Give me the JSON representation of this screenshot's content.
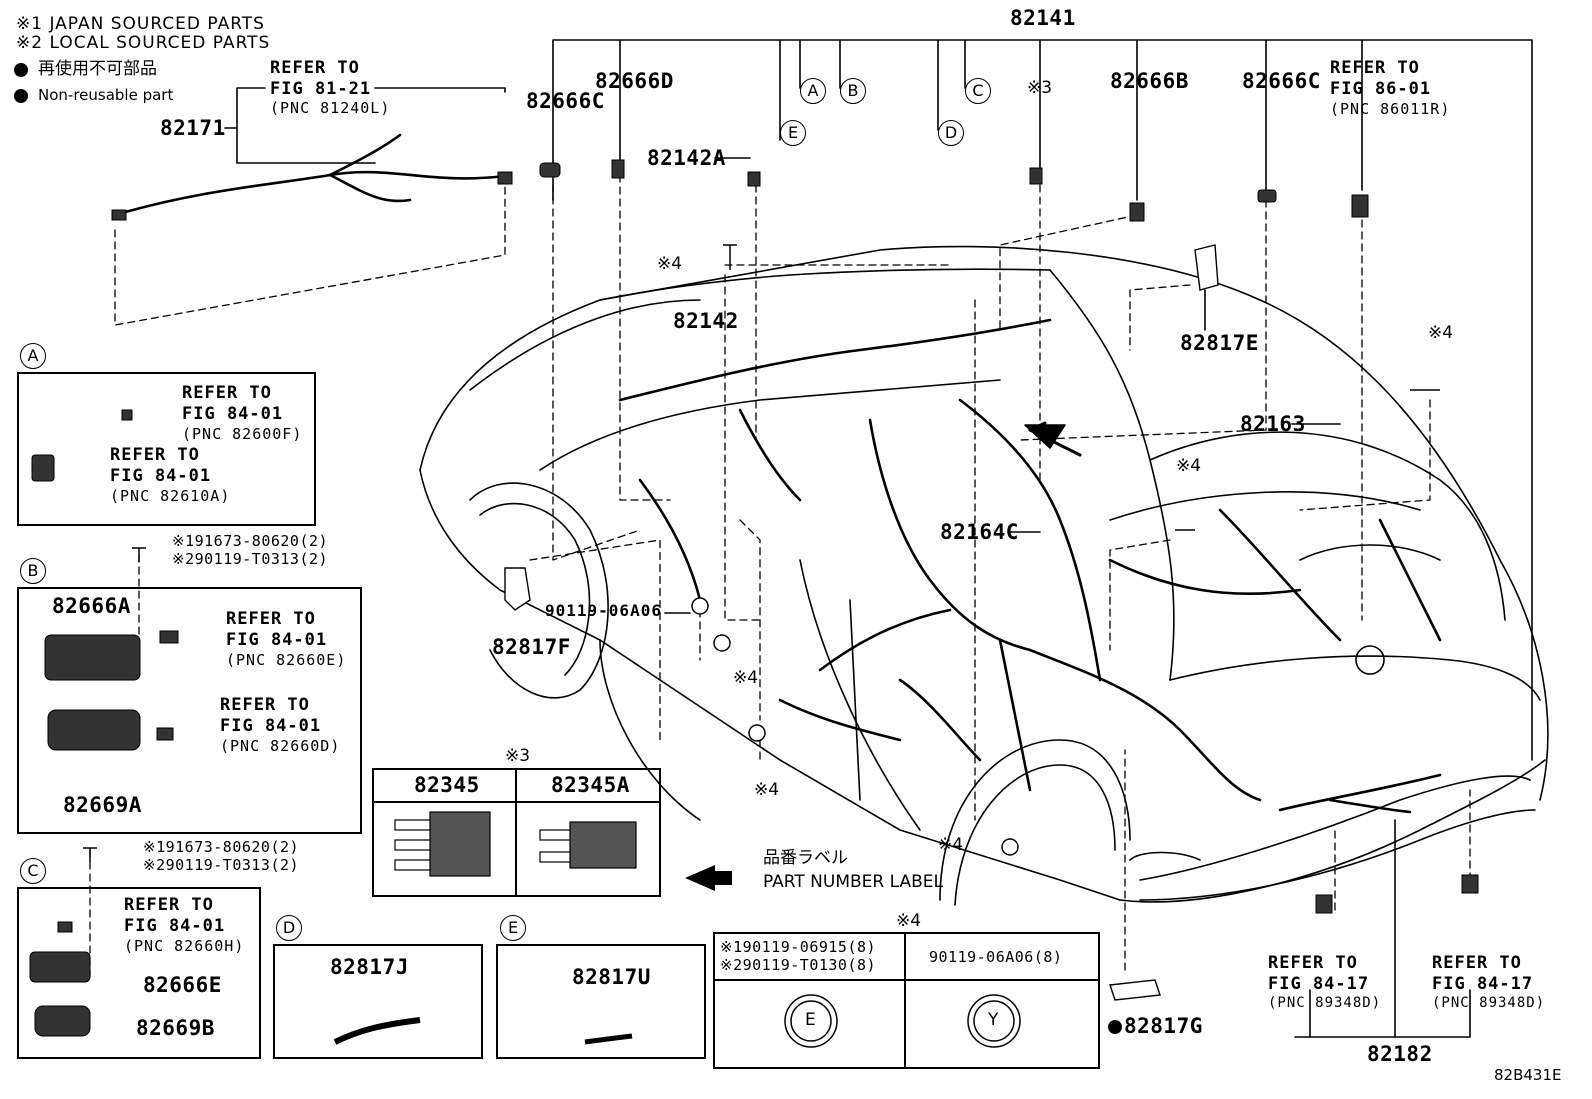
{
  "legend": {
    "note1": "※1 JAPAN SOURCED PARTS",
    "note2": "※2 LOCAL SOURCED PARTS",
    "nonreusable_jp": "再使用不可部品",
    "nonreusable_en": "Non-reusable part"
  },
  "main_harness": "82141",
  "parts": {
    "p82171": "82171",
    "p82171_ref1": "REFER TO",
    "p82171_ref2": "FIG 81-21",
    "p82171_ref3": "(PNC 81240L)",
    "p82666C_left": "82666C",
    "p82666D": "82666D",
    "p82142A": "82142A",
    "p82142": "82142",
    "p82666B": "82666B",
    "p82666C_right": "82666C",
    "p86_ref1": "REFER TO",
    "p86_ref2": "FIG 86-01",
    "p86_ref3": "(PNC 86011R)",
    "p82817E": "82817E",
    "p82163": "82163",
    "p82164C": "82164C",
    "p82817F": "82817F",
    "p90119": "90119-06A06",
    "p82817G": "82817G",
    "p82182": "82182",
    "p8917_ref1a": "REFER TO",
    "p8917_ref2a": "FIG 84-17",
    "p8917_ref3a": "(PNC 89348D)",
    "p8917_ref1b": "REFER TO",
    "p8917_ref2b": "FIG 84-17",
    "p8917_ref3b": "(PNC 89348D)",
    "mark3": "※3",
    "mark4": "※4"
  },
  "callouts": [
    "A",
    "B",
    "C",
    "D",
    "E"
  ],
  "boxA": {
    "ref1": "REFER TO",
    "fig1": "FIG 84-01",
    "pnc1": "(PNC 82600F)",
    "ref2": "REFER TO",
    "fig2": "FIG 84-01",
    "pnc2": "(PNC 82610A)"
  },
  "boxB": {
    "bolt1": "※191673-80620(2)",
    "bolt2": "※290119-T0313(2)",
    "p1": "82666A",
    "ref1": "REFER TO",
    "fig1": "FIG 84-01",
    "pnc1": "(PNC 82660E)",
    "ref2": "REFER TO",
    "fig2": "FIG 84-01",
    "pnc2": "(PNC 82660D)",
    "p2": "82669A"
  },
  "boxC": {
    "bolt1": "※191673-80620(2)",
    "bolt2": "※290119-T0313(2)",
    "ref1": "REFER TO",
    "fig1": "FIG 84-01",
    "pnc1": "(PNC 82660H)",
    "p1": "82666E",
    "p2": "82669B"
  },
  "boxD": {
    "p1": "82817J"
  },
  "boxE": {
    "p1": "82817U"
  },
  "fuse_table": {
    "header_mark": "※3",
    "col1": "82345",
    "col2": "82345A"
  },
  "label_note": {
    "jp": "品番ラベル",
    "en": "PART NUMBER LABEL"
  },
  "bolt_table": {
    "header_mark": "※4",
    "c1a": "※190119-06915(8)",
    "c1b": "※290119-T0130(8)",
    "c2": "90119-06A06(8)",
    "sym1": "E",
    "sym2": "Y"
  },
  "figure_code": "82B431E"
}
